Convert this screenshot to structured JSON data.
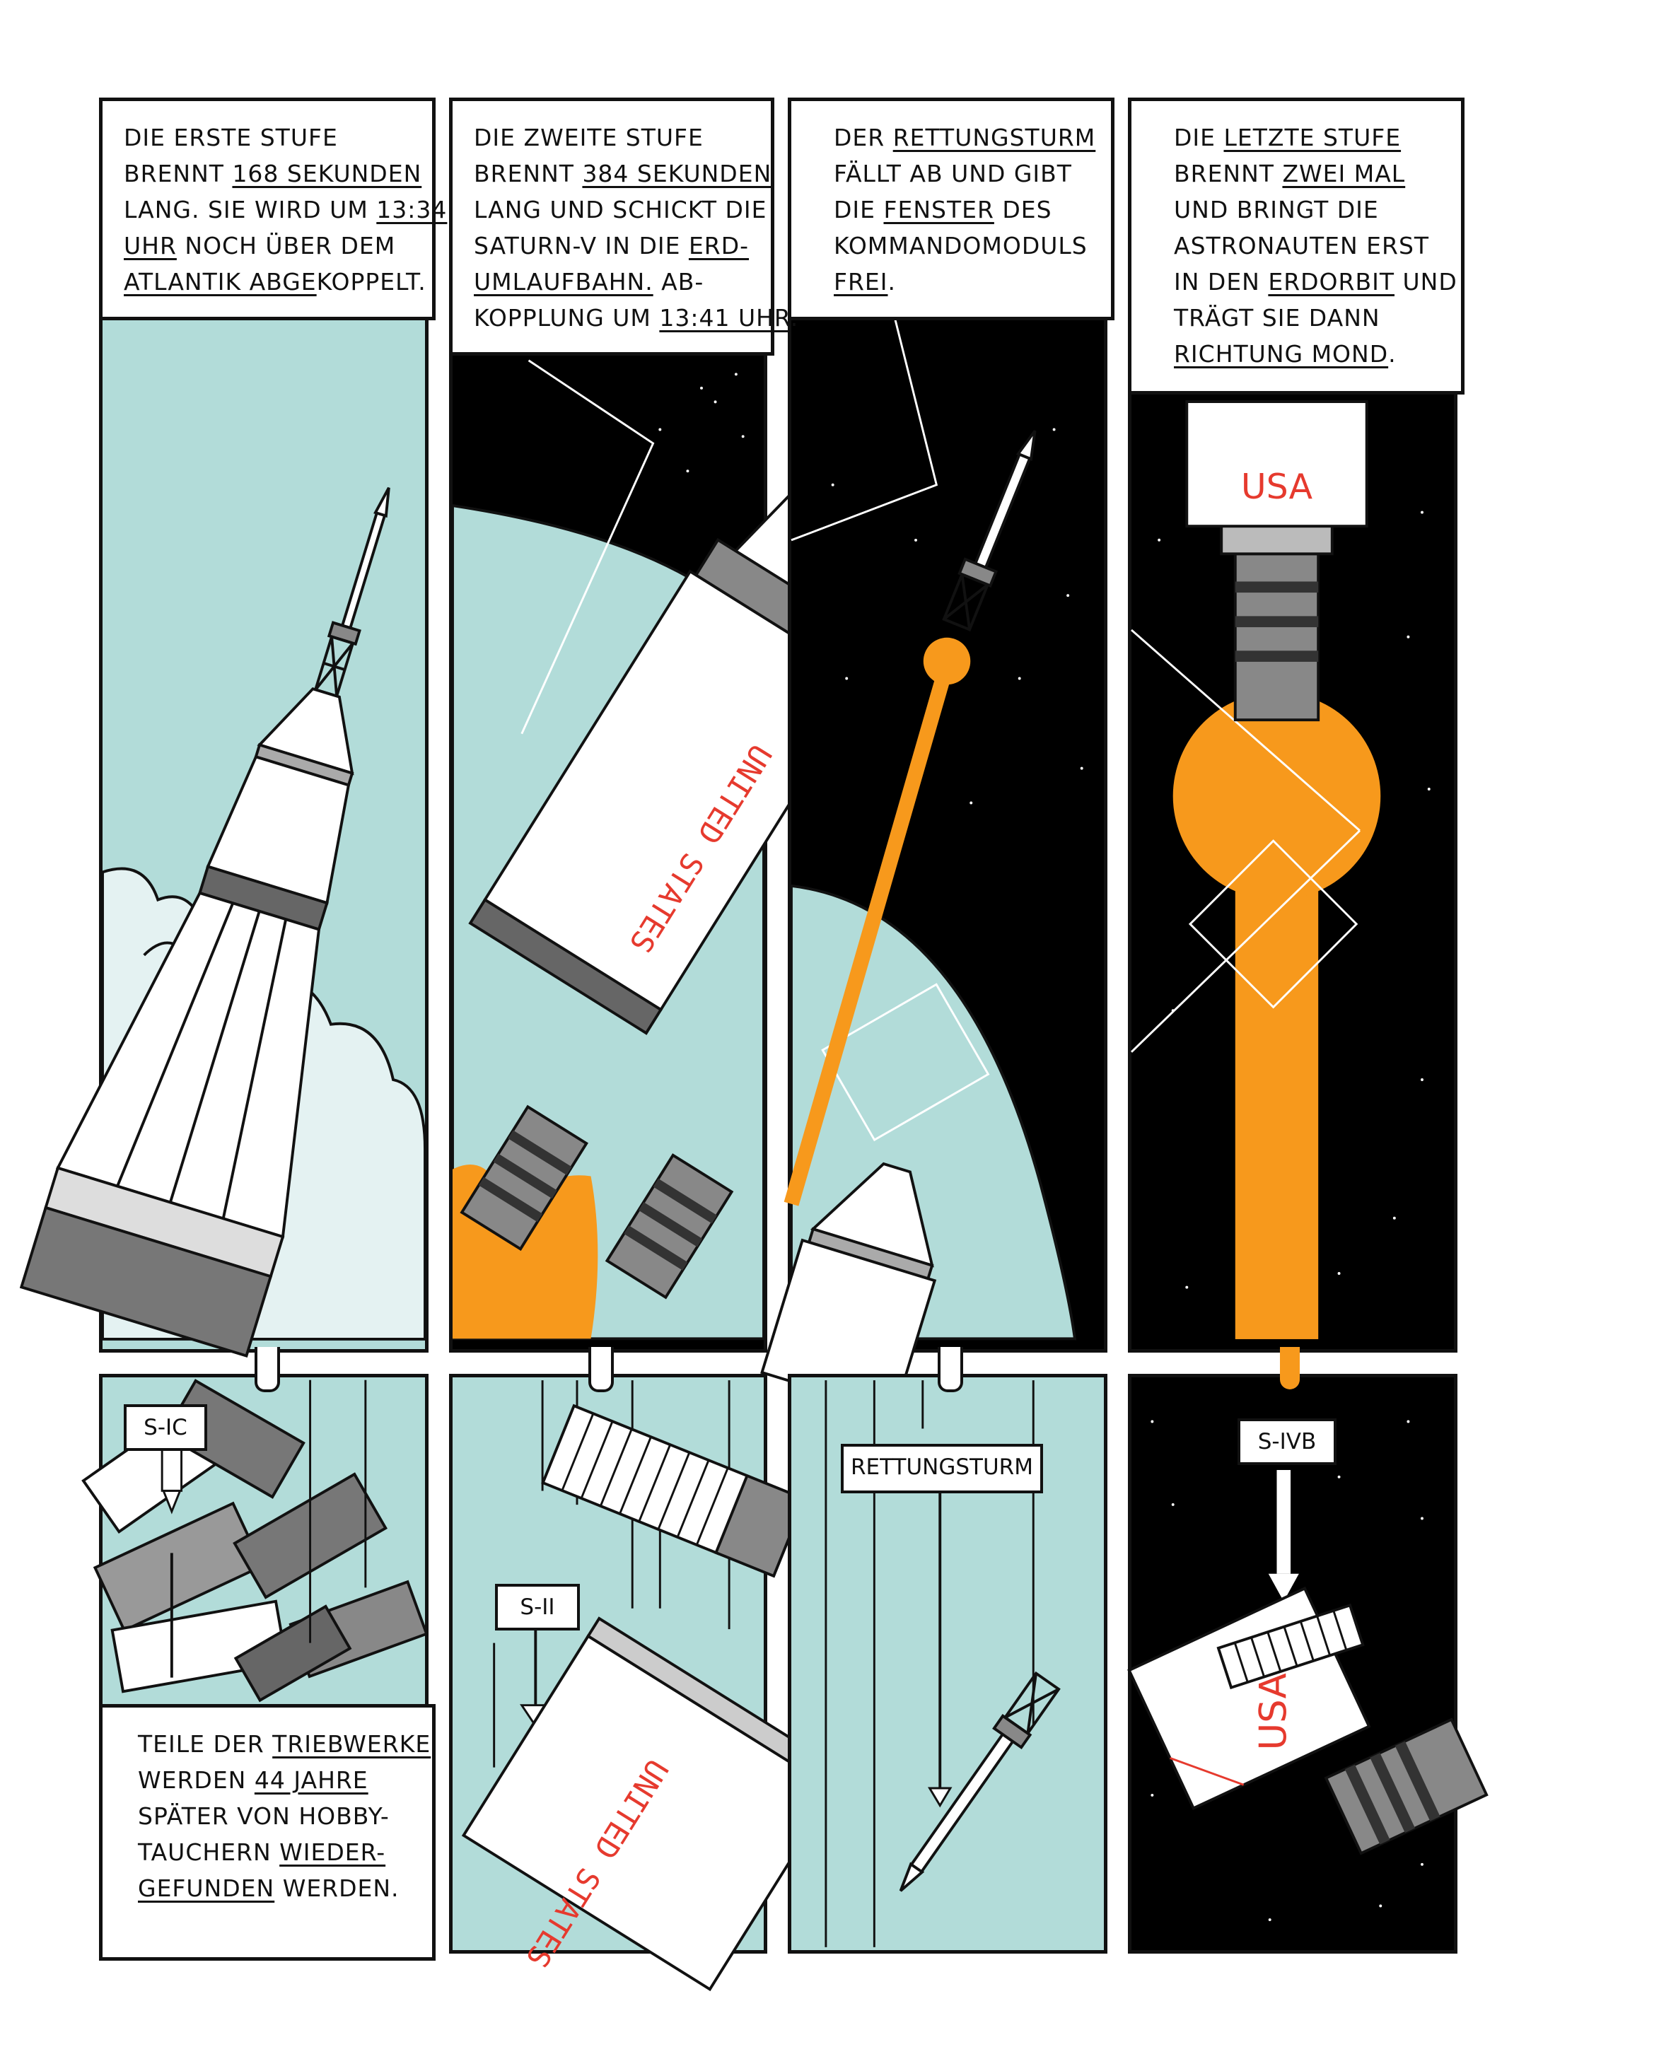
{
  "captions": {
    "p1": {
      "lines": [
        [
          {
            "t": "Die erste Stufe"
          }
        ],
        [
          {
            "t": "brennt "
          },
          {
            "t": "168 Sekunden",
            "u": true
          }
        ],
        [
          {
            "t": "lang. Sie wird um "
          },
          {
            "t": "13:34",
            "u": true
          }
        ],
        [
          {
            "t": "Uhr",
            "u": true
          },
          {
            "t": " noch über dem"
          }
        ],
        [
          {
            "t": "Atlantik abge",
            "u": true
          },
          {
            "t": "koppelt."
          }
        ]
      ]
    },
    "p2": {
      "lines": [
        [
          {
            "t": "Die zweite Stufe"
          }
        ],
        [
          {
            "t": "brennt "
          },
          {
            "t": "384 Sekunden",
            "u": true
          }
        ],
        [
          {
            "t": "lang und schickt die"
          }
        ],
        [
          {
            "t": "Saturn-V in die "
          },
          {
            "t": "Erd-",
            "u": true
          }
        ],
        [
          {
            "t": "umlaufbahn.",
            "u": true
          },
          {
            "t": " Ab-"
          }
        ],
        [
          {
            "t": "kopplung um "
          },
          {
            "t": "13:41 Uhr",
            "u": true
          },
          {
            "t": "."
          }
        ]
      ]
    },
    "p3": {
      "lines": [
        [
          {
            "t": "Der "
          },
          {
            "t": "Rettungsturm",
            "u": true
          }
        ],
        [
          {
            "t": "fällt ab und gibt"
          }
        ],
        [
          {
            "t": "die "
          },
          {
            "t": "Fenster",
            "u": true
          },
          {
            "t": " des"
          }
        ],
        [
          {
            "t": "Kommandomoduls"
          }
        ],
        [
          {
            "t": "frei",
            "u": true
          },
          {
            "t": "."
          }
        ]
      ]
    },
    "p4": {
      "lines": [
        [
          {
            "t": "Die "
          },
          {
            "t": "letzte Stufe",
            "u": true
          }
        ],
        [
          {
            "t": "brennt "
          },
          {
            "t": "zwei mal",
            "u": true
          }
        ],
        [
          {
            "t": "und bringt die"
          }
        ],
        [
          {
            "t": "Astronauten erst"
          }
        ],
        [
          {
            "t": "in den "
          },
          {
            "t": "Erdorbit",
            "u": true
          },
          {
            "t": " und"
          }
        ],
        [
          {
            "t": "trägt sie dann"
          }
        ],
        [
          {
            "t": "Richtung Mond",
            "u": true
          },
          {
            "t": "."
          }
        ]
      ]
    },
    "p5": {
      "lines": [
        [
          {
            "t": "Teile der "
          },
          {
            "t": "Triebwerke",
            "u": true
          }
        ],
        [
          {
            "t": "werden "
          },
          {
            "t": "44 Jahre",
            "u": true
          }
        ],
        [
          {
            "t": "später von Hobby-"
          }
        ],
        [
          {
            "t": "tauchern "
          },
          {
            "t": "Wieder-",
            "u": true
          }
        ],
        [
          {
            "t": "gefunden",
            "u": true
          },
          {
            "t": " werden."
          }
        ]
      ]
    }
  },
  "labels": {
    "s1c": "S-IC",
    "s2": "S-II",
    "rettungsturm": "Rettungsturm",
    "s4b": "S-IVB"
  },
  "markings": {
    "united_states": "UNITED STATES",
    "usa": "USA"
  },
  "colors": {
    "sky": "#b2dcd9",
    "space": "#000000",
    "orange": "#f7991c",
    "red": "#e63a2e",
    "ink": "#111111",
    "grey": "#8a8a8a"
  }
}
